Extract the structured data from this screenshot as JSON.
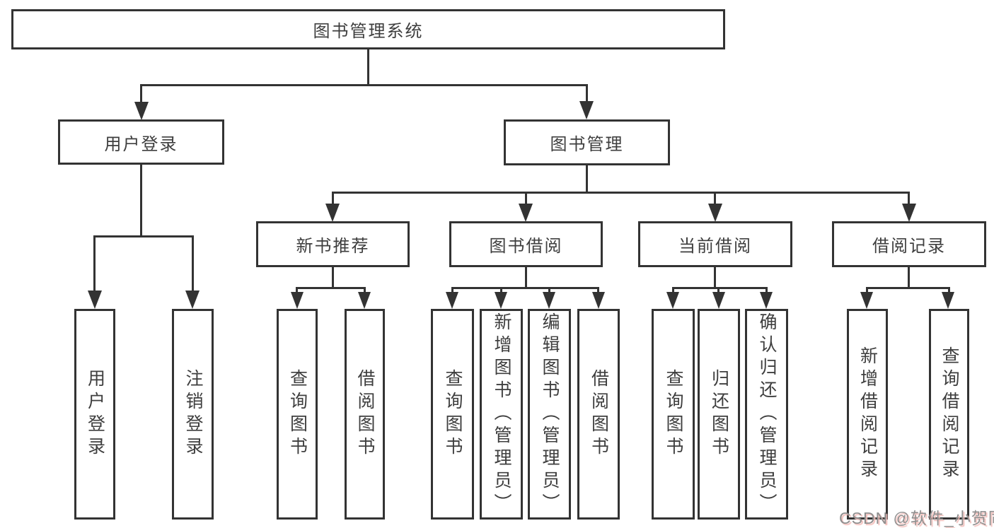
{
  "diagram": {
    "title": "图书管理系统",
    "nodes": {
      "root": "图书管理系统",
      "user_login": "用户登录",
      "book_mgmt": "图书管理",
      "new_book_rec": "新书推荐",
      "book_borrow": "图书借阅",
      "current_borrow": "当前借阅",
      "borrow_record": "借阅记录",
      "leaf_user_login": "用户登录",
      "leaf_logout": "注销登录",
      "leaf_nb_query": "查询图书",
      "leaf_nb_borrow": "借阅图书",
      "leaf_bb_query": "查询图书",
      "leaf_bb_add": "新增图书（管理员）",
      "leaf_bb_edit": "编辑图书（管理员）",
      "leaf_bb_borrow": "借阅图书",
      "leaf_cb_query": "查询图书",
      "leaf_cb_return": "归还图书",
      "leaf_cb_confirm": "确认归还（管理员）",
      "leaf_br_add": "新增借阅记录",
      "leaf_br_query": "查询借阅记录"
    },
    "colors": {
      "line": "#333333",
      "box_border": "#333333",
      "text": "#3e3e3e",
      "watermark_text": "#8f8f8f",
      "watermark_shadow": "#f3bdb9",
      "background": "#ffffff"
    }
  },
  "watermark": {
    "text": "CSDN @软件_小贺同学"
  }
}
